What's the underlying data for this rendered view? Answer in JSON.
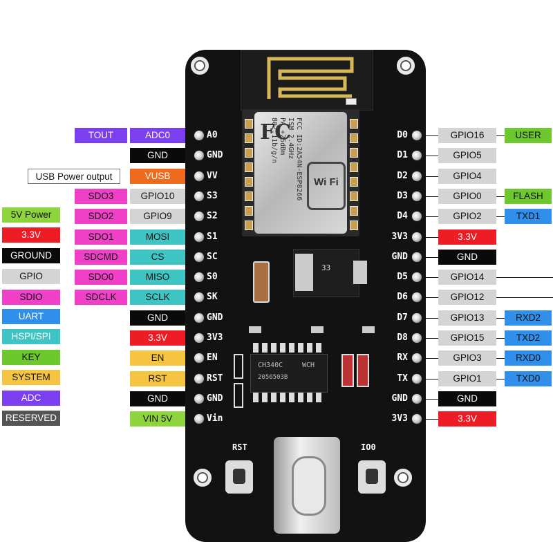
{
  "left_labels": [
    {
      "pin": "A0",
      "cells": [
        {
          "text": "TOUT",
          "bg": "#7b3ff0",
          "fg": "#fff"
        },
        {
          "text": "ADC0",
          "bg": "#7b3ff0",
          "fg": "#fff"
        }
      ]
    },
    {
      "pin": "GND",
      "cells": [
        {
          "text": "GND",
          "bg": "#0a0a0a",
          "fg": "#fff"
        }
      ]
    },
    {
      "pin": "VV",
      "cells": [
        {
          "text": "USB Power output",
          "bg": "#ffffff",
          "fg": "#111",
          "border": "#777"
        },
        {
          "text": "VUSB",
          "bg": "#f06a1e",
          "fg": "#fff"
        }
      ]
    },
    {
      "pin": "S3",
      "cells": [
        {
          "text": "SDO3",
          "bg": "#f040c8",
          "fg": "#111"
        },
        {
          "text": "GPIO10",
          "bg": "#d4d4d4",
          "fg": "#111"
        }
      ]
    },
    {
      "pin": "S2",
      "cells": [
        {
          "text": "SDO2",
          "bg": "#f040c8",
          "fg": "#111"
        },
        {
          "text": "GPIO9",
          "bg": "#d4d4d4",
          "fg": "#111"
        }
      ]
    },
    {
      "pin": "S1",
      "cells": [
        {
          "text": "SDO1",
          "bg": "#f040c8",
          "fg": "#111"
        },
        {
          "text": "MOSI",
          "bg": "#3fc4c4",
          "fg": "#111"
        }
      ]
    },
    {
      "pin": "SC",
      "cells": [
        {
          "text": "SDCMD",
          "bg": "#f040c8",
          "fg": "#111"
        },
        {
          "text": "CS",
          "bg": "#3fc4c4",
          "fg": "#111"
        }
      ]
    },
    {
      "pin": "S0",
      "cells": [
        {
          "text": "SDO0",
          "bg": "#f040c8",
          "fg": "#111"
        },
        {
          "text": "MISO",
          "bg": "#3fc4c4",
          "fg": "#111"
        }
      ]
    },
    {
      "pin": "SK",
      "cells": [
        {
          "text": "SDCLK",
          "bg": "#f040c8",
          "fg": "#111"
        },
        {
          "text": "SCLK",
          "bg": "#3fc4c4",
          "fg": "#111"
        }
      ]
    },
    {
      "pin": "GND",
      "cells": [
        {
          "text": "GND",
          "bg": "#0a0a0a",
          "fg": "#fff"
        }
      ]
    },
    {
      "pin": "3V3",
      "cells": [
        {
          "text": "3.3V",
          "bg": "#ee1c24",
          "fg": "#fff"
        }
      ]
    },
    {
      "pin": "EN",
      "cells": [
        {
          "text": "EN",
          "bg": "#f5c542",
          "fg": "#111"
        }
      ]
    },
    {
      "pin": "RST",
      "cells": [
        {
          "text": "RST",
          "bg": "#f5c542",
          "fg": "#111"
        }
      ]
    },
    {
      "pin": "GND",
      "cells": [
        {
          "text": "GND",
          "bg": "#0a0a0a",
          "fg": "#fff"
        }
      ]
    },
    {
      "pin": "Vin",
      "cells": [
        {
          "text": "VIN 5V",
          "bg": "#8ed43c",
          "fg": "#111"
        }
      ]
    }
  ],
  "right_labels": [
    {
      "pin": "D0",
      "cells": [
        {
          "text": "GPIO16",
          "bg": "#d4d4d4",
          "fg": "#111"
        },
        {
          "text": "USER",
          "bg": "#6cc82c",
          "fg": "#111"
        }
      ]
    },
    {
      "pin": "D1",
      "cells": [
        {
          "text": "GPIO5",
          "bg": "#d4d4d4",
          "fg": "#111"
        }
      ]
    },
    {
      "pin": "D2",
      "cells": [
        {
          "text": "GPIO4",
          "bg": "#d4d4d4",
          "fg": "#111"
        }
      ]
    },
    {
      "pin": "D3",
      "cells": [
        {
          "text": "GPIO0",
          "bg": "#d4d4d4",
          "fg": "#111"
        },
        {
          "text": "FLASH",
          "bg": "#6cc82c",
          "fg": "#111"
        }
      ]
    },
    {
      "pin": "D4",
      "cells": [
        {
          "text": "GPIO2",
          "bg": "#d4d4d4",
          "fg": "#111"
        },
        {
          "text": "TXD1",
          "bg": "#2f8fea",
          "fg": "#111"
        }
      ]
    },
    {
      "pin": "3V3",
      "cells": [
        {
          "text": "3.3V",
          "bg": "#ee1c24",
          "fg": "#fff"
        }
      ]
    },
    {
      "pin": "GND",
      "cells": [
        {
          "text": "GND",
          "bg": "#0a0a0a",
          "fg": "#fff"
        }
      ]
    },
    {
      "pin": "D5",
      "cells": [
        {
          "text": "GPIO14",
          "bg": "#d4d4d4",
          "fg": "#111"
        }
      ]
    },
    {
      "pin": "D6",
      "cells": [
        {
          "text": "GPIO12",
          "bg": "#d4d4d4",
          "fg": "#111"
        }
      ]
    },
    {
      "pin": "D7",
      "cells": [
        {
          "text": "GPIO13",
          "bg": "#d4d4d4",
          "fg": "#111"
        },
        {
          "text": "RXD2",
          "bg": "#2f8fea",
          "fg": "#111"
        }
      ]
    },
    {
      "pin": "D8",
      "cells": [
        {
          "text": "GPIO15",
          "bg": "#d4d4d4",
          "fg": "#111"
        },
        {
          "text": "TXD2",
          "bg": "#2f8fea",
          "fg": "#111"
        }
      ]
    },
    {
      "pin": "RX",
      "cells": [
        {
          "text": "GPIO3",
          "bg": "#d4d4d4",
          "fg": "#111"
        },
        {
          "text": "RXD0",
          "bg": "#2f8fea",
          "fg": "#111"
        }
      ]
    },
    {
      "pin": "TX",
      "cells": [
        {
          "text": "GPIO1",
          "bg": "#d4d4d4",
          "fg": "#111"
        },
        {
          "text": "TXD0",
          "bg": "#2f8fea",
          "fg": "#111"
        }
      ]
    },
    {
      "pin": "GND",
      "cells": [
        {
          "text": "GND",
          "bg": "#0a0a0a",
          "fg": "#fff"
        }
      ]
    },
    {
      "pin": "3V3",
      "cells": [
        {
          "text": "3.3V",
          "bg": "#ee1c24",
          "fg": "#fff"
        }
      ]
    }
  ],
  "legend": [
    {
      "text": "5V Power",
      "bg": "#8ed43c",
      "fg": "#111"
    },
    {
      "text": "3.3V",
      "bg": "#ee1c24",
      "fg": "#fff"
    },
    {
      "text": "GROUND",
      "bg": "#0a0a0a",
      "fg": "#fff"
    },
    {
      "text": "GPIO",
      "bg": "#d4d4d4",
      "fg": "#111"
    },
    {
      "text": "SDIO",
      "bg": "#f040c8",
      "fg": "#111"
    },
    {
      "text": "UART",
      "bg": "#2f8fea",
      "fg": "#fff"
    },
    {
      "text": "HSPI/SPI",
      "bg": "#3fc4c4",
      "fg": "#fff"
    },
    {
      "text": "KEY",
      "bg": "#6cc82c",
      "fg": "#111"
    },
    {
      "text": "SYSTEM",
      "bg": "#f5c542",
      "fg": "#111"
    },
    {
      "text": "ADC",
      "bg": "#7b3ff0",
      "fg": "#fff"
    },
    {
      "text": "RESERVED",
      "bg": "#555555",
      "fg": "#fff"
    }
  ],
  "board": {
    "module_lines": [
      "FCC ID:2A54N-ESP8266",
      "ISM 2.4GHz",
      "PA +25dBm",
      "802.11b/g/n"
    ],
    "wifi_text": "Wi Fi",
    "fcc_logo": "FC",
    "chip_text": "CH340C",
    "chip_code": "2056503B",
    "chip_brand": "WCH",
    "regulator_text": "33",
    "button_left": "RST",
    "button_right": "IO0"
  }
}
